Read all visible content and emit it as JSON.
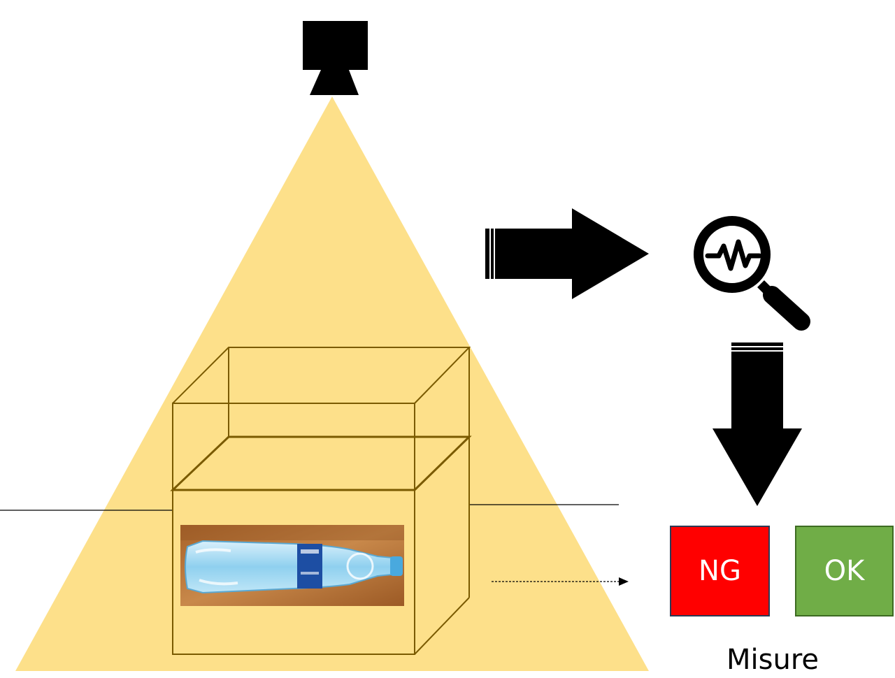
{
  "colors": {
    "light_cone": "#fde08a",
    "box_outline": "#7a5a00",
    "ng": "#ff0000",
    "ok": "#70ad47",
    "photo_wood": "#b8743a",
    "photo_bottle": "#7ec4e4"
  },
  "icons": {
    "camera": "camera-icon",
    "analysis": "magnifier-waveform-icon",
    "photo": "bottle-photo"
  },
  "results": {
    "ng_label": "NG",
    "ok_label": "OK"
  },
  "caption": "Misure"
}
